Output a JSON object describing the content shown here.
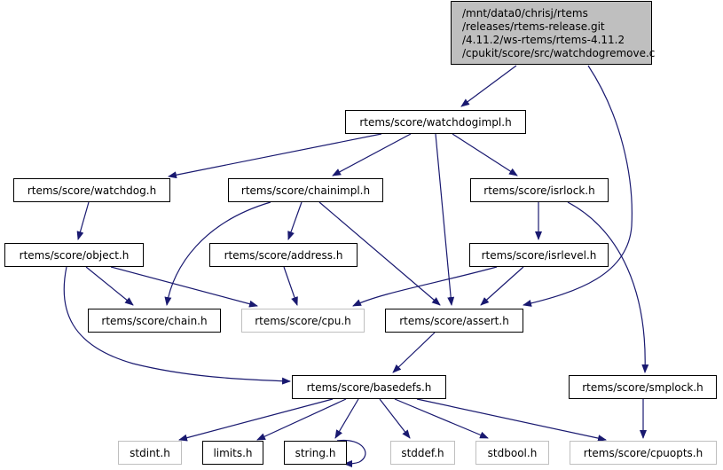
{
  "graph": {
    "title": "Include dependency graph",
    "root": {
      "id": "root",
      "label_lines": [
        "/mnt/data0/chrisj/rtems",
        "/releases/rtems-release.git",
        "/4.11.2/ws-rtems/rtems-4.11.2",
        "/cpukit/score/src/watchdogremove.c"
      ]
    },
    "nodes": [
      {
        "id": "watchdogimpl",
        "label": "rtems/score/watchdogimpl.h",
        "external": false
      },
      {
        "id": "watchdog",
        "label": "rtems/score/watchdog.h",
        "external": false
      },
      {
        "id": "chainimpl",
        "label": "rtems/score/chainimpl.h",
        "external": false
      },
      {
        "id": "isrlock",
        "label": "rtems/score/isrlock.h",
        "external": false
      },
      {
        "id": "object",
        "label": "rtems/score/object.h",
        "external": false
      },
      {
        "id": "address",
        "label": "rtems/score/address.h",
        "external": false
      },
      {
        "id": "isrlevel",
        "label": "rtems/score/isrlevel.h",
        "external": false
      },
      {
        "id": "chain",
        "label": "rtems/score/chain.h",
        "external": false
      },
      {
        "id": "cpu",
        "label": "rtems/score/cpu.h",
        "external": true
      },
      {
        "id": "assert",
        "label": "rtems/score/assert.h",
        "external": false
      },
      {
        "id": "basedefs",
        "label": "rtems/score/basedefs.h",
        "external": false
      },
      {
        "id": "smplock",
        "label": "rtems/score/smplock.h",
        "external": false
      },
      {
        "id": "stdint",
        "label": "stdint.h",
        "external": true
      },
      {
        "id": "limits",
        "label": "limits.h",
        "external": false
      },
      {
        "id": "string",
        "label": "string.h",
        "external": false
      },
      {
        "id": "stddef",
        "label": "stddef.h",
        "external": true
      },
      {
        "id": "stdbool",
        "label": "stdbool.h",
        "external": true
      },
      {
        "id": "cpuopts",
        "label": "rtems/score/cpuopts.h",
        "external": true
      }
    ],
    "edges": [
      [
        "root",
        "watchdogimpl"
      ],
      [
        "root",
        "assert"
      ],
      [
        "watchdogimpl",
        "watchdog"
      ],
      [
        "watchdogimpl",
        "chainimpl"
      ],
      [
        "watchdogimpl",
        "assert"
      ],
      [
        "watchdogimpl",
        "isrlock"
      ],
      [
        "watchdog",
        "object"
      ],
      [
        "chainimpl",
        "chain"
      ],
      [
        "chainimpl",
        "address"
      ],
      [
        "chainimpl",
        "assert"
      ],
      [
        "isrlock",
        "isrlevel"
      ],
      [
        "isrlock",
        "smplock"
      ],
      [
        "object",
        "chain"
      ],
      [
        "object",
        "cpu"
      ],
      [
        "object",
        "basedefs"
      ],
      [
        "address",
        "cpu"
      ],
      [
        "isrlevel",
        "cpu"
      ],
      [
        "isrlevel",
        "assert"
      ],
      [
        "assert",
        "basedefs"
      ],
      [
        "basedefs",
        "stdint"
      ],
      [
        "basedefs",
        "limits"
      ],
      [
        "basedefs",
        "string"
      ],
      [
        "basedefs",
        "stddef"
      ],
      [
        "basedefs",
        "stdbool"
      ],
      [
        "basedefs",
        "cpuopts"
      ],
      [
        "string",
        "string"
      ],
      [
        "smplock",
        "cpuopts"
      ]
    ],
    "colors": {
      "edge": "#191970",
      "root_fill": "#bfbfbf",
      "external_border": "#bfbfbf",
      "node_border": "#000000"
    }
  }
}
